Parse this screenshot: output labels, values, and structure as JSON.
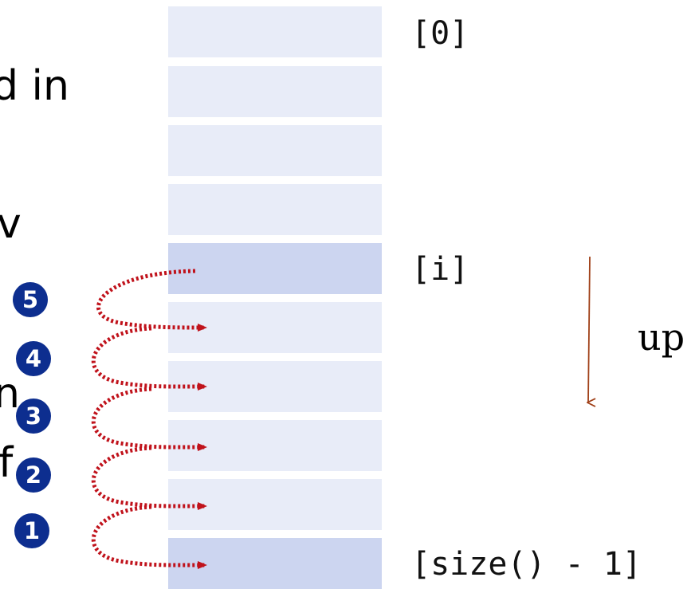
{
  "cropped_text": [
    "d in",
    "v",
    "n",
    "f"
  ],
  "array": {
    "index_labels": {
      "first": "[0]",
      "current": "[i]",
      "last": "[size() - 1]"
    }
  },
  "steps": [
    "5",
    "4",
    "3",
    "2",
    "1"
  ],
  "direction_label": "up",
  "colors": {
    "cell": "#e8ecf8",
    "cell_highlight": "#ccd5f0",
    "badge": "#0d2e8f",
    "shift_arrow": "#c0121b",
    "direction_arrow": "#a04018"
  }
}
